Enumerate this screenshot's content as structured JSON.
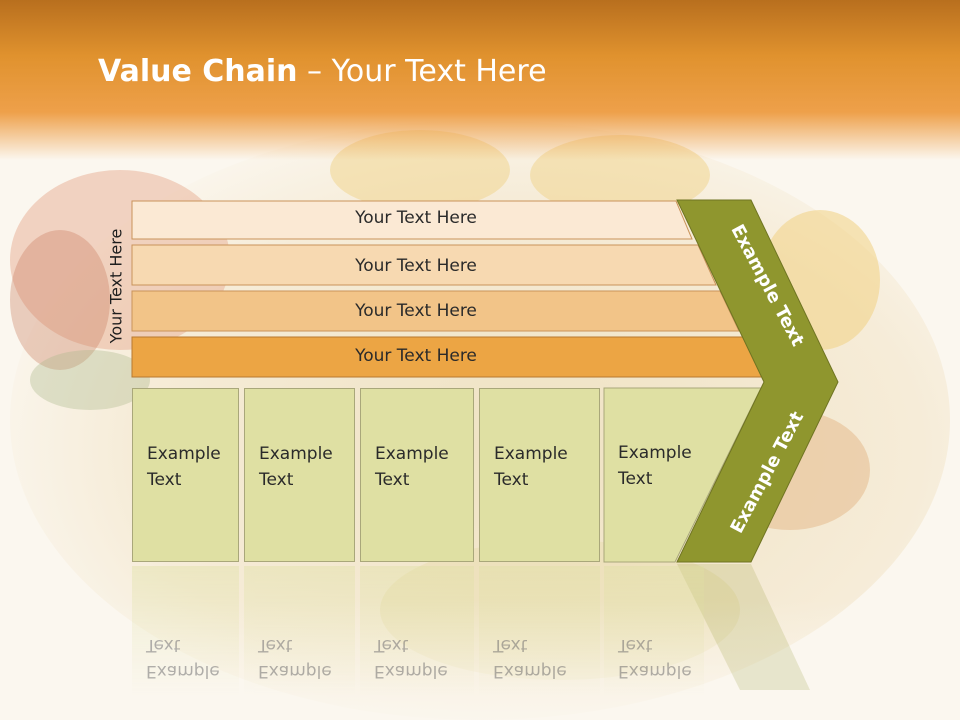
{
  "title": {
    "bold": "Value Chain",
    "rest": " – Your Text Here"
  },
  "side_label": "Your Text Here",
  "bars": [
    {
      "label": "Your Text Here",
      "color": "#fbe9d4"
    },
    {
      "label": "Your Text Here",
      "color": "#f7d9b1"
    },
    {
      "label": "Your Text Here",
      "color": "#f2c488"
    },
    {
      "label": "Your Text Here",
      "color": "#eca544"
    }
  ],
  "boxes": [
    {
      "label": "Example\nText"
    },
    {
      "label": "Example\nText"
    },
    {
      "label": "Example\nText"
    },
    {
      "label": "Example\nText"
    },
    {
      "label": "Example\nText"
    }
  ],
  "chevron": {
    "upper_label": "Example Text",
    "lower_label": "Example Text",
    "color": "#8f962e"
  },
  "colors": {
    "title_band": "#e0922e",
    "box_fill": "#dfe0a3"
  }
}
